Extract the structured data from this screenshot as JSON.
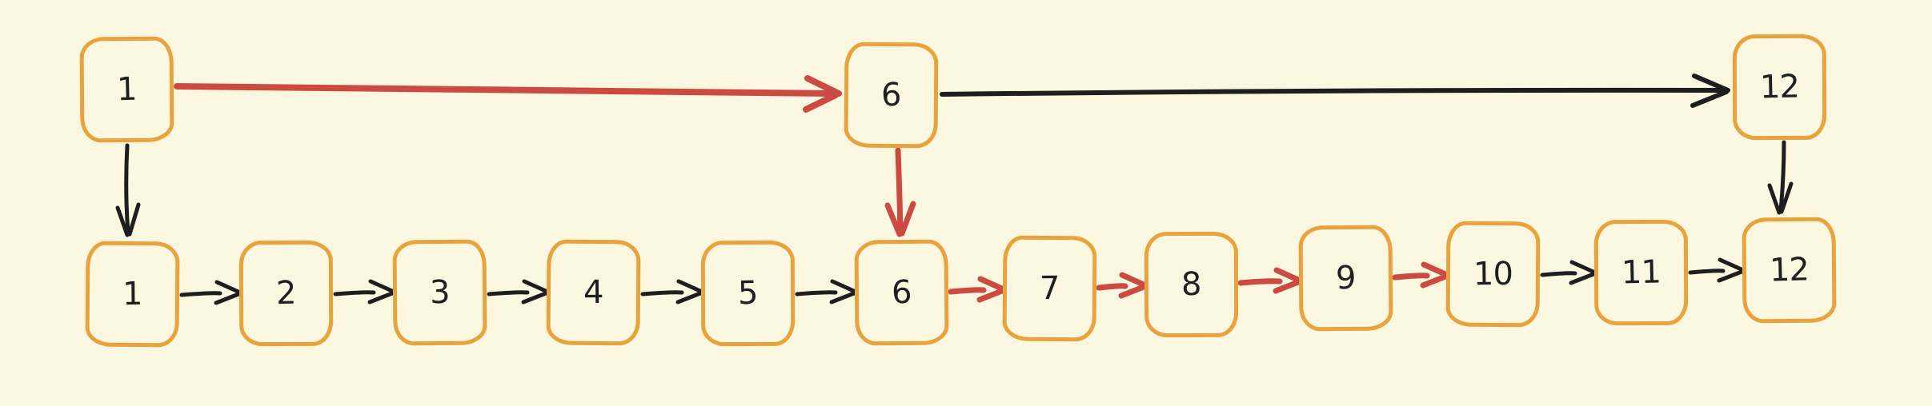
{
  "canvas": {
    "background_color": "#FCF7E1"
  },
  "colors": {
    "node_border": "#E9A33C",
    "node_text": "#1F1F1F",
    "arrow_default": "#1E1E1E",
    "arrow_highlight": "#CB4A42"
  },
  "diagram": {
    "type": "two-level linked list (skip-list style) with highlighted traversal path",
    "top_row": [
      {
        "id": "top-1",
        "label": "1"
      },
      {
        "id": "top-6",
        "label": "6"
      },
      {
        "id": "top-12",
        "label": "12"
      }
    ],
    "bottom_row": [
      {
        "id": "bottom-1",
        "label": "1"
      },
      {
        "id": "bottom-2",
        "label": "2"
      },
      {
        "id": "bottom-3",
        "label": "3"
      },
      {
        "id": "bottom-4",
        "label": "4"
      },
      {
        "id": "bottom-5",
        "label": "5"
      },
      {
        "id": "bottom-6",
        "label": "6"
      },
      {
        "id": "bottom-7",
        "label": "7"
      },
      {
        "id": "bottom-8",
        "label": "8"
      },
      {
        "id": "bottom-9",
        "label": "9"
      },
      {
        "id": "bottom-10",
        "label": "10"
      },
      {
        "id": "bottom-11",
        "label": "11"
      },
      {
        "id": "bottom-12",
        "label": "12"
      }
    ],
    "edges": [
      {
        "from": "top-1",
        "to": "top-6",
        "color": "red"
      },
      {
        "from": "top-6",
        "to": "top-12",
        "color": "black"
      },
      {
        "from": "top-1",
        "to": "bottom-1",
        "color": "black"
      },
      {
        "from": "top-6",
        "to": "bottom-6",
        "color": "red"
      },
      {
        "from": "top-12",
        "to": "bottom-12",
        "color": "black"
      },
      {
        "from": "bottom-1",
        "to": "bottom-2",
        "color": "black"
      },
      {
        "from": "bottom-2",
        "to": "bottom-3",
        "color": "black"
      },
      {
        "from": "bottom-3",
        "to": "bottom-4",
        "color": "black"
      },
      {
        "from": "bottom-4",
        "to": "bottom-5",
        "color": "black"
      },
      {
        "from": "bottom-5",
        "to": "bottom-6",
        "color": "black"
      },
      {
        "from": "bottom-6",
        "to": "bottom-7",
        "color": "red"
      },
      {
        "from": "bottom-7",
        "to": "bottom-8",
        "color": "red"
      },
      {
        "from": "bottom-8",
        "to": "bottom-9",
        "color": "red"
      },
      {
        "from": "bottom-9",
        "to": "bottom-10",
        "color": "red"
      },
      {
        "from": "bottom-10",
        "to": "bottom-11",
        "color": "black"
      },
      {
        "from": "bottom-11",
        "to": "bottom-12",
        "color": "black"
      }
    ]
  }
}
